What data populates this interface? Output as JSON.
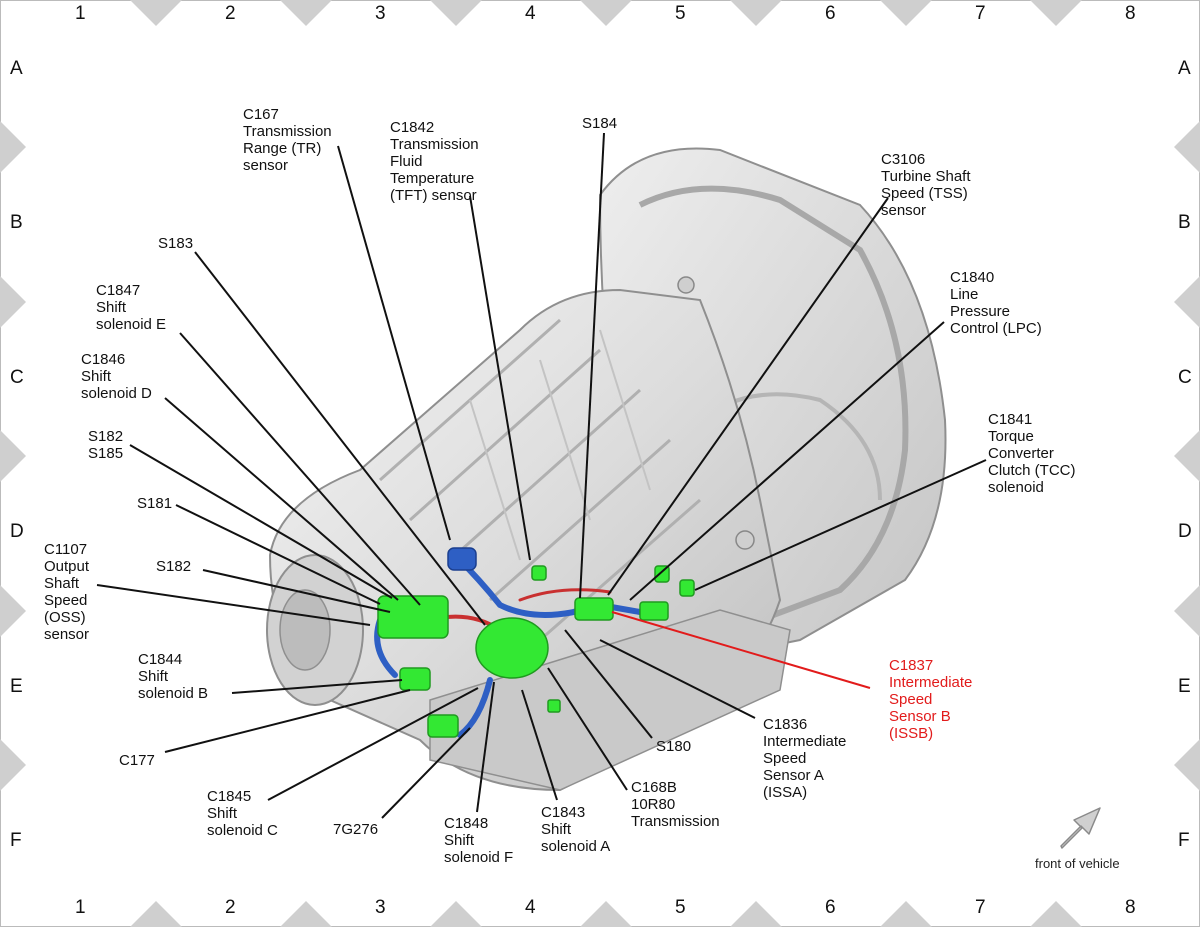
{
  "grid": {
    "columns": [
      "1",
      "2",
      "3",
      "4",
      "5",
      "6",
      "7",
      "8"
    ],
    "rows": [
      "A",
      "B",
      "C",
      "D",
      "E",
      "F"
    ]
  },
  "callouts": [
    {
      "id": "c167",
      "text": "C167\nTransmission\nRange (TR)\nsensor"
    },
    {
      "id": "c1842",
      "text": "C1842\nTransmission\nFluid\nTemperature\n(TFT) sensor"
    },
    {
      "id": "s184",
      "text": "S184"
    },
    {
      "id": "c3106",
      "text": "C3106\nTurbine Shaft\nSpeed (TSS)\nsensor"
    },
    {
      "id": "s183",
      "text": "S183"
    },
    {
      "id": "c1847",
      "text": "C1847\nShift\nsolenoid E"
    },
    {
      "id": "c1840",
      "text": "C1840\nLine\nPressure\nControl (LPC)"
    },
    {
      "id": "c1846",
      "text": "C1846\nShift\nsolenoid D"
    },
    {
      "id": "s182s185",
      "text": "S182\nS185"
    },
    {
      "id": "c1841",
      "text": "C1841\nTorque\nConverter\nClutch (TCC)\nsolenoid"
    },
    {
      "id": "s181",
      "text": "S181"
    },
    {
      "id": "c1107",
      "text": "C1107\nOutput\nShaft\nSpeed\n(OSS)\nsensor"
    },
    {
      "id": "s182",
      "text": "S182"
    },
    {
      "id": "c1844",
      "text": "C1844\nShift\nsolenoid B"
    },
    {
      "id": "c1837",
      "text": "C1837\nIntermediate\nSpeed\nSensor B\n(ISSB)",
      "highlight": true
    },
    {
      "id": "c177",
      "text": "C177"
    },
    {
      "id": "c1836",
      "text": "C1836\nIntermediate\nSpeed\nSensor A\n(ISSA)"
    },
    {
      "id": "s180",
      "text": "S180"
    },
    {
      "id": "c1845",
      "text": "C1845\nShift\nsolenoid C"
    },
    {
      "id": "c168b",
      "text": "C168B\n10R80\nTransmission"
    },
    {
      "id": "g7g276",
      "text": "7G276"
    },
    {
      "id": "c1848",
      "text": "C1848\nShift\nsolenoid F"
    },
    {
      "id": "c1843",
      "text": "C1843\nShift\nsolenoid A"
    }
  ],
  "legend": {
    "direction_label": "front of vehicle",
    "arrow_icon": "arrow-up-right-icon"
  },
  "colors": {
    "highlight": "#e21b1b",
    "connector_green": "#33e833",
    "harness_blue": "#2e5fc4",
    "housing_gray": "#d9d9d9",
    "marker_gray": "#cfcfcf"
  }
}
